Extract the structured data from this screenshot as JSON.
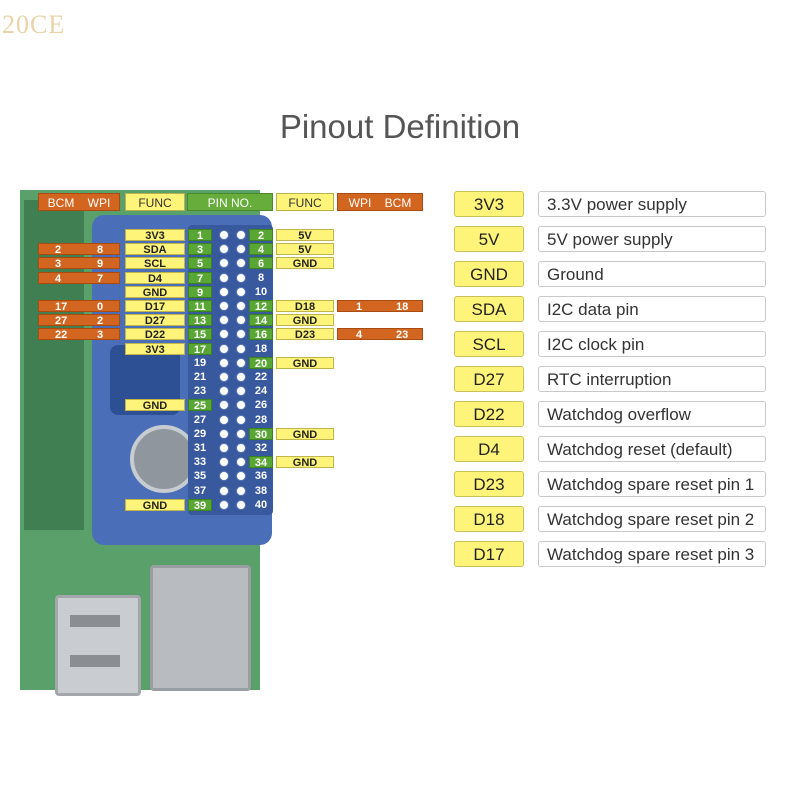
{
  "watermark": "20CE",
  "title": "Pinout Definition",
  "header": {
    "left_bcm": "BCM",
    "left_wpi": "WPI",
    "func_left": "FUNC",
    "pin_no": "PIN NO.",
    "func_right": "FUNC",
    "right_wpi": "WPI",
    "right_bcm": "BCM"
  },
  "rows": [
    {
      "bcm_l": "",
      "wpi_l": "",
      "func_l": "3V3",
      "pin_l": "1",
      "pin_r": "2",
      "func_r": "5V",
      "wpi_r": "",
      "bcm_r": ""
    },
    {
      "bcm_l": "2",
      "wpi_l": "8",
      "func_l": "SDA",
      "pin_l": "3",
      "pin_r": "4",
      "func_r": "5V",
      "wpi_r": "",
      "bcm_r": ""
    },
    {
      "bcm_l": "3",
      "wpi_l": "9",
      "func_l": "SCL",
      "pin_l": "5",
      "pin_r": "6",
      "func_r": "GND",
      "wpi_r": "",
      "bcm_r": ""
    },
    {
      "bcm_l": "4",
      "wpi_l": "7",
      "func_l": "D4",
      "pin_l": "7",
      "pin_r": "8",
      "func_r": "",
      "wpi_r": "",
      "bcm_r": ""
    },
    {
      "bcm_l": "",
      "wpi_l": "",
      "func_l": "GND",
      "pin_l": "9",
      "pin_r": "10",
      "func_r": "",
      "wpi_r": "",
      "bcm_r": ""
    },
    {
      "bcm_l": "17",
      "wpi_l": "0",
      "func_l": "D17",
      "pin_l": "11",
      "pin_r": "12",
      "func_r": "D18",
      "wpi_r": "1",
      "bcm_r": "18"
    },
    {
      "bcm_l": "27",
      "wpi_l": "2",
      "func_l": "D27",
      "pin_l": "13",
      "pin_r": "14",
      "func_r": "GND",
      "wpi_r": "",
      "bcm_r": ""
    },
    {
      "bcm_l": "22",
      "wpi_l": "3",
      "func_l": "D22",
      "pin_l": "15",
      "pin_r": "16",
      "func_r": "D23",
      "wpi_r": "4",
      "bcm_r": "23"
    },
    {
      "bcm_l": "",
      "wpi_l": "",
      "func_l": "3V3",
      "pin_l": "17",
      "pin_r": "18",
      "func_r": "",
      "wpi_r": "",
      "bcm_r": ""
    },
    {
      "bcm_l": "",
      "wpi_l": "",
      "func_l": "",
      "pin_l": "19",
      "pin_r": "20",
      "func_r": "GND",
      "wpi_r": "",
      "bcm_r": ""
    },
    {
      "bcm_l": "",
      "wpi_l": "",
      "func_l": "",
      "pin_l": "21",
      "pin_r": "22",
      "func_r": "",
      "wpi_r": "",
      "bcm_r": ""
    },
    {
      "bcm_l": "",
      "wpi_l": "",
      "func_l": "",
      "pin_l": "23",
      "pin_r": "24",
      "func_r": "",
      "wpi_r": "",
      "bcm_r": ""
    },
    {
      "bcm_l": "",
      "wpi_l": "",
      "func_l": "GND",
      "pin_l": "25",
      "pin_r": "26",
      "func_r": "",
      "wpi_r": "",
      "bcm_r": ""
    },
    {
      "bcm_l": "",
      "wpi_l": "",
      "func_l": "",
      "pin_l": "27",
      "pin_r": "28",
      "func_r": "",
      "wpi_r": "",
      "bcm_r": ""
    },
    {
      "bcm_l": "",
      "wpi_l": "",
      "func_l": "",
      "pin_l": "29",
      "pin_r": "30",
      "func_r": "GND",
      "wpi_r": "",
      "bcm_r": ""
    },
    {
      "bcm_l": "",
      "wpi_l": "",
      "func_l": "",
      "pin_l": "31",
      "pin_r": "32",
      "func_r": "",
      "wpi_r": "",
      "bcm_r": ""
    },
    {
      "bcm_l": "",
      "wpi_l": "",
      "func_l": "",
      "pin_l": "33",
      "pin_r": "34",
      "func_r": "GND",
      "wpi_r": "",
      "bcm_r": ""
    },
    {
      "bcm_l": "",
      "wpi_l": "",
      "func_l": "",
      "pin_l": "35",
      "pin_r": "36",
      "func_r": "",
      "wpi_r": "",
      "bcm_r": ""
    },
    {
      "bcm_l": "",
      "wpi_l": "",
      "func_l": "",
      "pin_l": "37",
      "pin_r": "38",
      "func_r": "",
      "wpi_r": "",
      "bcm_r": ""
    },
    {
      "bcm_l": "",
      "wpi_l": "",
      "func_l": "GND",
      "pin_l": "39",
      "pin_r": "40",
      "func_r": "",
      "wpi_r": "",
      "bcm_r": ""
    }
  ],
  "legend": [
    {
      "code": "3V3",
      "desc": "3.3V power supply"
    },
    {
      "code": "5V",
      "desc": "5V power supply"
    },
    {
      "code": "GND",
      "desc": "Ground"
    },
    {
      "code": "SDA",
      "desc": "I2C data pin"
    },
    {
      "code": "SCL",
      "desc": "I2C clock pin"
    },
    {
      "code": "D27",
      "desc": "RTC interruption"
    },
    {
      "code": "D22",
      "desc": "Watchdog overflow"
    },
    {
      "code": "D4",
      "desc": "Watchdog reset (default)"
    },
    {
      "code": "D23",
      "desc": "Watchdog spare reset pin 1"
    },
    {
      "code": "D18",
      "desc": "Watchdog spare reset pin 2"
    },
    {
      "code": "D17",
      "desc": "Watchdog spare reset pin 3"
    }
  ],
  "colors": {
    "bcm_wpi": "#d2651f",
    "func": "#fff47a",
    "pin_active": "#58a633",
    "board": "#5aa06a",
    "hat": "#4a6fb8"
  }
}
